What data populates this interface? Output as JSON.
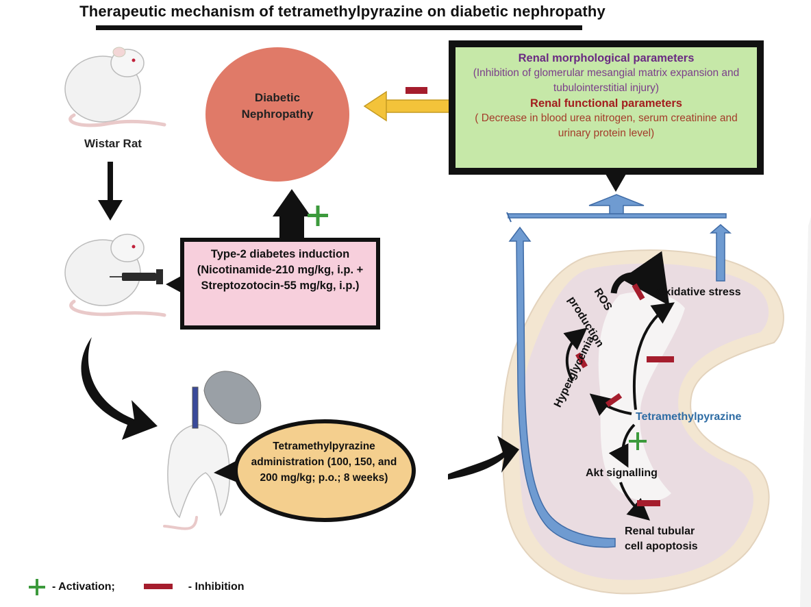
{
  "title": "Therapeutic mechanism of tetramethylpyrazine on diabetic nephropathy",
  "rat_label": "Wistar Rat",
  "disease": "Diabetic Nephropathy",
  "renal_params": {
    "morph_heading": "Renal morphological parameters",
    "morph_text": "(Inhibition of glomerular mesangial matrix expansion and tubulointerstitial injury)",
    "func_heading": "Renal functional parameters",
    "func_text": "( Decrease in blood urea nitrogen, serum creatinine and urinary protein level)"
  },
  "induction": "Type-2 diabetes induction (Nicotinamide-210 mg/kg, i.p. + Streptozotocin-55 mg/kg, i.p.)",
  "administration": "Tetramethylpyrazine administration (100, 150, and 200 mg/kg; p.o.; 8 weeks)",
  "kidney": {
    "oxidative_stress": "Oxidative stress",
    "ros_line1": "ROS",
    "ros_line2": "production",
    "hyperglycemia": "Hyperglycemia",
    "drug": "Tetramethylpyrazine",
    "akt": "Akt signalling",
    "apoptosis_line1": "Renal tubular",
    "apoptosis_line2": "cell apoptosis"
  },
  "legend": {
    "activation": "- Activation;",
    "inhibition": "- Inhibition"
  },
  "colors": {
    "disease_fill": "#e07a68",
    "params_fill": "#c6e8a8",
    "induction_fill": "#f7cfdc",
    "admin_fill": "#f4cf8e",
    "kidney_fill": "#eadfe3",
    "kidney_rim": "#f0e2cc",
    "inhibition": "#a51d2d",
    "activation": "#3c9a3c",
    "feedback_arrow": "#6f9bd1",
    "yellow_arrow": "#f3c33a"
  }
}
